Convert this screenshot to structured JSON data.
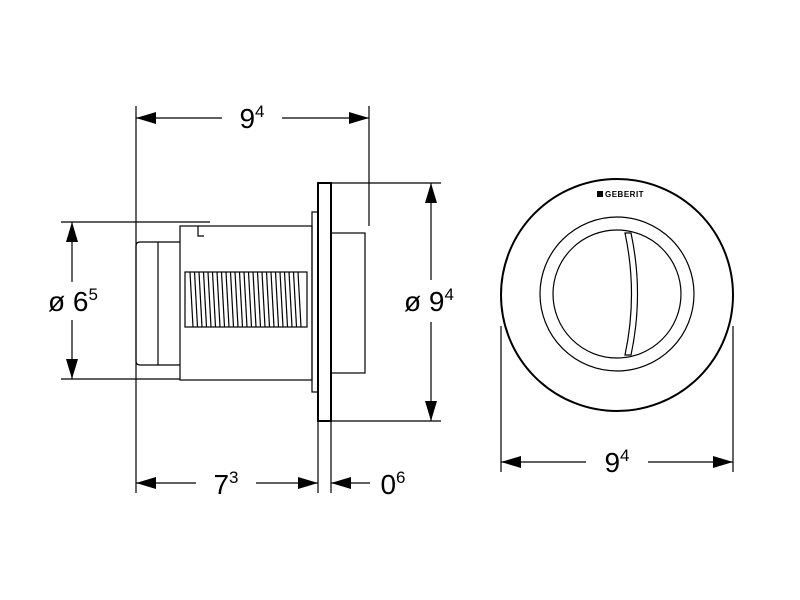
{
  "dimensions": {
    "side_width": {
      "main": "9",
      "sup": "4"
    },
    "body_diameter": {
      "prefix": "ø ",
      "main": "6",
      "sup": "5"
    },
    "plate_diameter": {
      "prefix": "ø ",
      "main": "9",
      "sup": "4"
    },
    "body_depth": {
      "main": "7",
      "sup": "3"
    },
    "plate_thickness": {
      "main": "0",
      "sup": "6"
    },
    "front_width": {
      "main": "9",
      "sup": "4"
    }
  },
  "brand": {
    "name": "GEBERIT"
  }
}
